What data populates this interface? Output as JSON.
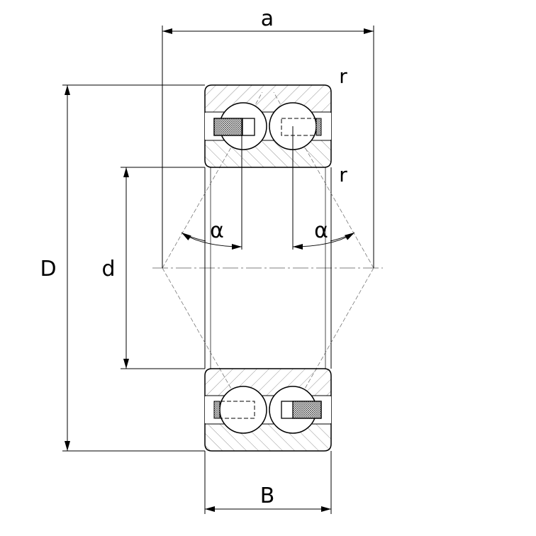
{
  "labels": {
    "a": "a",
    "r_top": "r",
    "r_mid": "r",
    "D": "D",
    "d": "d",
    "alpha_left": "α",
    "alpha_right": "α",
    "B": "B"
  },
  "colors": {
    "line": "#000000",
    "hatch": "#888888",
    "background": "#ffffff"
  }
}
